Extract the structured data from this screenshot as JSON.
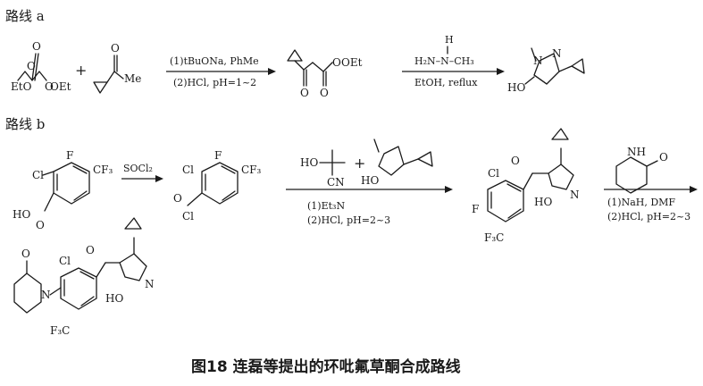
{
  "route_a": {
    "title": "路线 a",
    "reagent1": {
      "left_label": "EtO",
      "right_label": "OEt"
    },
    "reagent2": {
      "label": "Me"
    },
    "plus": "+",
    "step1": {
      "line1": "(1)tBuONa, PhMe",
      "line2": "(2)HCl, pH=1~2"
    },
    "intermediate": {
      "label": "OEt"
    },
    "step2": {
      "line1_h": "H",
      "line1": "H₂N–N–CH₃",
      "line2": "EtOH, reflux"
    },
    "product": {
      "label_oh": "HO",
      "label_n": "N",
      "label_n2": "N"
    }
  },
  "route_b": {
    "title": "路线 b",
    "start": {
      "cl": "Cl",
      "f": "F",
      "cf3": "CF₃",
      "acid": "HO"
    },
    "step1": {
      "reagent": "SOCl₂"
    },
    "acyl_chloride": {
      "cl": "Cl",
      "f": "F",
      "cf3": "CF₃",
      "cocl": "Cl"
    },
    "step2": {
      "cyanohydrin_ho": "HO",
      "cyanohydrin_cn": "CN",
      "plus": "+",
      "pyrazole_ho": "HO",
      "line1": "(1)Et₃N",
      "line2": "(2)HCl, pH=2~3"
    },
    "intermediate": {
      "cl": "Cl",
      "f": "F",
      "cf3": "F₃C",
      "ho": "HO",
      "n": "N"
    },
    "step3": {
      "nh": "NH",
      "line1": "(1)NaH, DMF",
      "line2": "(2)HCl, pH=2~3"
    },
    "final": {
      "cl": "Cl",
      "cf3": "F₃C",
      "ho": "HO",
      "n": "N"
    }
  },
  "caption": "图18    连磊等提出的环吡氟草酮合成路线"
}
